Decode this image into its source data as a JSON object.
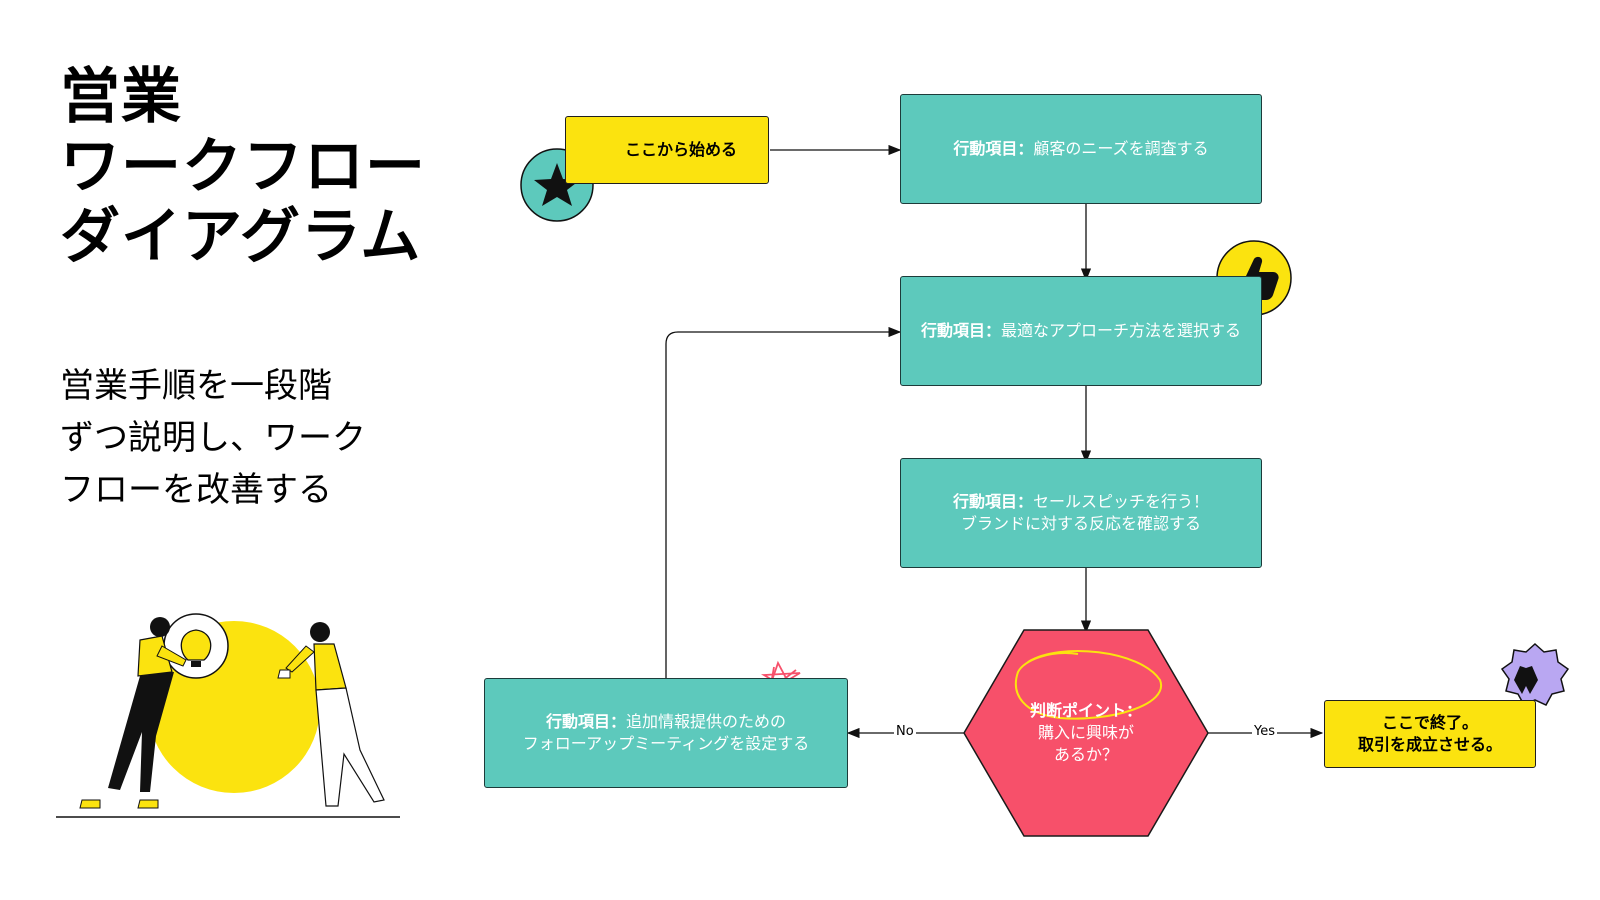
{
  "title": {
    "line1": "営業",
    "line2": "ワークフロー",
    "line3": "ダイアグラム"
  },
  "subtitle": {
    "line1": "営業手順を一段階",
    "line2": "ずつ説明し、ワーク",
    "line3": "フローを改善する"
  },
  "flow": {
    "start": "ここから始める",
    "step1": {
      "prefix": "行動項目：",
      "text": "顧客のニーズを調査する"
    },
    "step2": {
      "prefix": "行動項目：",
      "text": "最適なアプローチ方法を選択する"
    },
    "step3": {
      "prefix": "行動項目：",
      "text": "セールスピッチを行う！",
      "text2": "ブランドに対する反応を確認する"
    },
    "decision": {
      "prefix": "判断ポイント：",
      "line1": "購入に興味が",
      "line2": "あるか？"
    },
    "followup": {
      "prefix": "行動項目：",
      "text": "追加情報提供のための",
      "text2": "フォローアップミーティングを設定する"
    },
    "end": {
      "line1": "ここで終了。",
      "line2": "取引を成立させる。"
    },
    "label_no": "No",
    "label_yes": "Yes"
  },
  "icons": {
    "start": "star-icon",
    "approach": "thumbs-up-icon",
    "followup": "scribble-star-icon",
    "end": "raised-hands-icon",
    "illustration": "people-with-lightbulb-illustration"
  },
  "colors": {
    "teal": "#5dc9bc",
    "yellow": "#fbe30f",
    "red": "#f7506a",
    "lavender": "#b9a7f2",
    "dark": "#1d3b3a"
  }
}
